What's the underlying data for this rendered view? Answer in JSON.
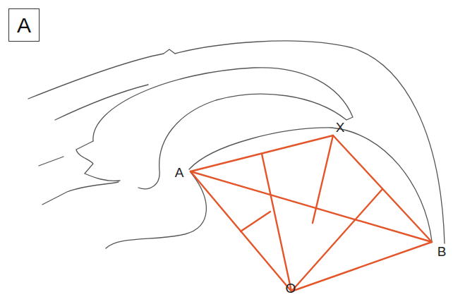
{
  "diagram": {
    "nodes": [
      {
        "text": [
          "A"
        ]
      }
    ],
    "labels": [
      "X",
      "A",
      "B",
      "O"
    ]
  }
}
